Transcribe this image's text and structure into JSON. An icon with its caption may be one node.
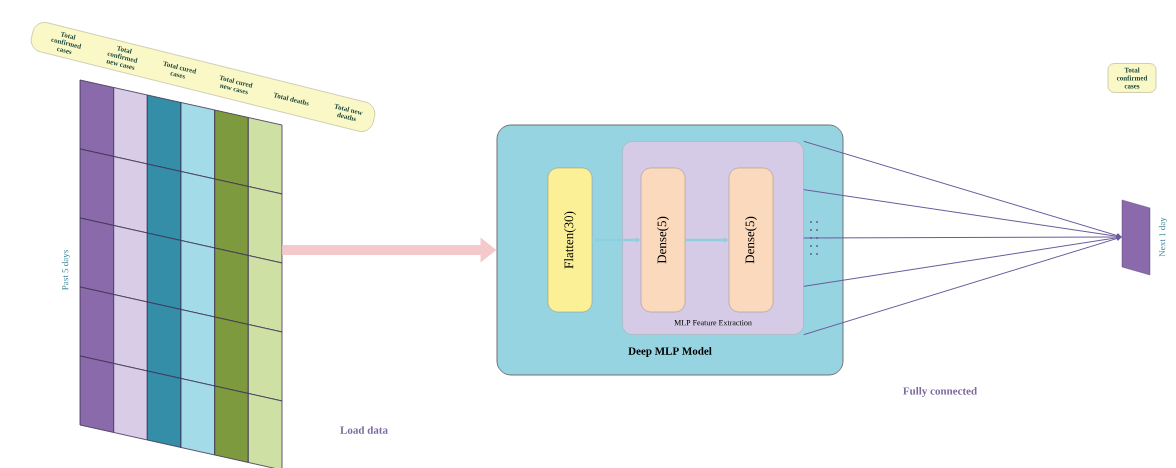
{
  "diagram": {
    "nodes": [
      {
        "text": [
          "Total confirmed cases",
          "Total confirmed new cases",
          "Total cured cases",
          "Total cured new cases",
          "Total deaths",
          "Total new deaths"
        ]
      },
      {
        "text": [],
        "shape": "box",
        "beside": [
          "Past 5 days"
        ]
      },
      {
        "text": [
          "Deep MLP Model"
        ]
      },
      {
        "text": [
          "Flatten(30)"
        ],
        "in": 2
      },
      {
        "text": [
          "MLP Feature Extraction"
        ],
        "in": 2
      },
      {
        "text": [
          "Dense(5)"
        ],
        "in": 4
      },
      {
        "text": [
          "Dense(5)"
        ],
        "in": 4
      },
      {
        "text": [],
        "shape": "bar",
        "beside": [
          "Next 1 day"
        ]
      },
      {
        "text": [
          "Total confirmed cases"
        ]
      }
    ],
    "edges": [
      {
        "from": 1,
        "to": 2,
        "arrow": "to",
        "style": "thick",
        "color": "#f4c9cb"
      },
      {
        "from": 3,
        "to": 5,
        "arrow": "to",
        "color": "#8fd0e0"
      },
      {
        "from": 5,
        "to": 6,
        "arrow": "to",
        "color": "#8fd0e0"
      },
      {
        "from": 4,
        "to": 7,
        "arrow": "to"
      },
      {
        "from": 4,
        "to": 7,
        "arrow": "to"
      },
      {
        "from": 4,
        "to": 7,
        "arrow": "to"
      },
      {
        "from": 4,
        "to": 7,
        "arrow": "to"
      },
      {
        "from": 4,
        "to": 7,
        "arrow": "to"
      }
    ],
    "labels": [
      "Load data",
      "Fully connected"
    ]
  }
}
